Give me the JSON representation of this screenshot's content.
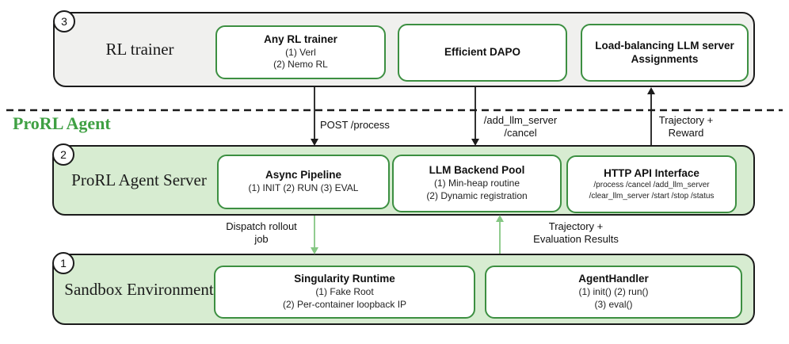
{
  "agent_heading": "ProRL Agent",
  "layers": [
    {
      "badge": "3",
      "name": "RL trainer",
      "boxes": [
        {
          "title": "Any RL trainer",
          "lines": [
            "(1) Verl",
            "(2) Nemo RL"
          ]
        },
        {
          "title": "Efficient DAPO",
          "lines": []
        },
        {
          "title": "Load-balancing LLM server Assignments",
          "lines": []
        }
      ]
    },
    {
      "badge": "2",
      "name": "ProRL Agent Server",
      "boxes": [
        {
          "title": "Async Pipeline",
          "lines": [
            "(1) INIT (2) RUN (3) EVAL"
          ]
        },
        {
          "title": "LLM Backend Pool",
          "lines": [
            "(1) Min-heap routine",
            "(2) Dynamic registration"
          ]
        },
        {
          "title": "HTTP API Interface",
          "lines": [
            "/process /cancel /add_llm_server",
            "/clear_llm_server /start /stop /status"
          ]
        }
      ]
    },
    {
      "badge": "1",
      "name": "Sandbox Environment",
      "boxes": [
        {
          "title": "Singularity Runtime",
          "lines": [
            "(1) Fake Root",
            "(2) Per-container loopback IP"
          ]
        },
        {
          "title": "AgentHandler",
          "lines": [
            "(1) init() (2) run()",
            "(3) eval()"
          ]
        }
      ]
    }
  ],
  "arrows": {
    "post_process": {
      "label": "POST /process",
      "direction": "down"
    },
    "add_llm_server": {
      "line1": "/add_llm_server",
      "line2": "/cancel",
      "direction": "down"
    },
    "trajectory_reward": {
      "line1": "Trajectory +",
      "line2": "Reward",
      "direction": "up"
    },
    "dispatch_rollout": {
      "line1": "Dispatch rollout",
      "line2": "job",
      "direction": "down"
    },
    "trajectory_eval": {
      "line1": "Trajectory +",
      "line2": "Evaluation Results",
      "direction": "up"
    }
  },
  "colors": {
    "layer_gray": "#f0f0ee",
    "layer_green": "#d7ecd1",
    "box_border_green": "#3c8f41",
    "arrow_green": "#85c783",
    "agent_heading_green": "#3fa043",
    "line_black": "#1b1b1b"
  }
}
